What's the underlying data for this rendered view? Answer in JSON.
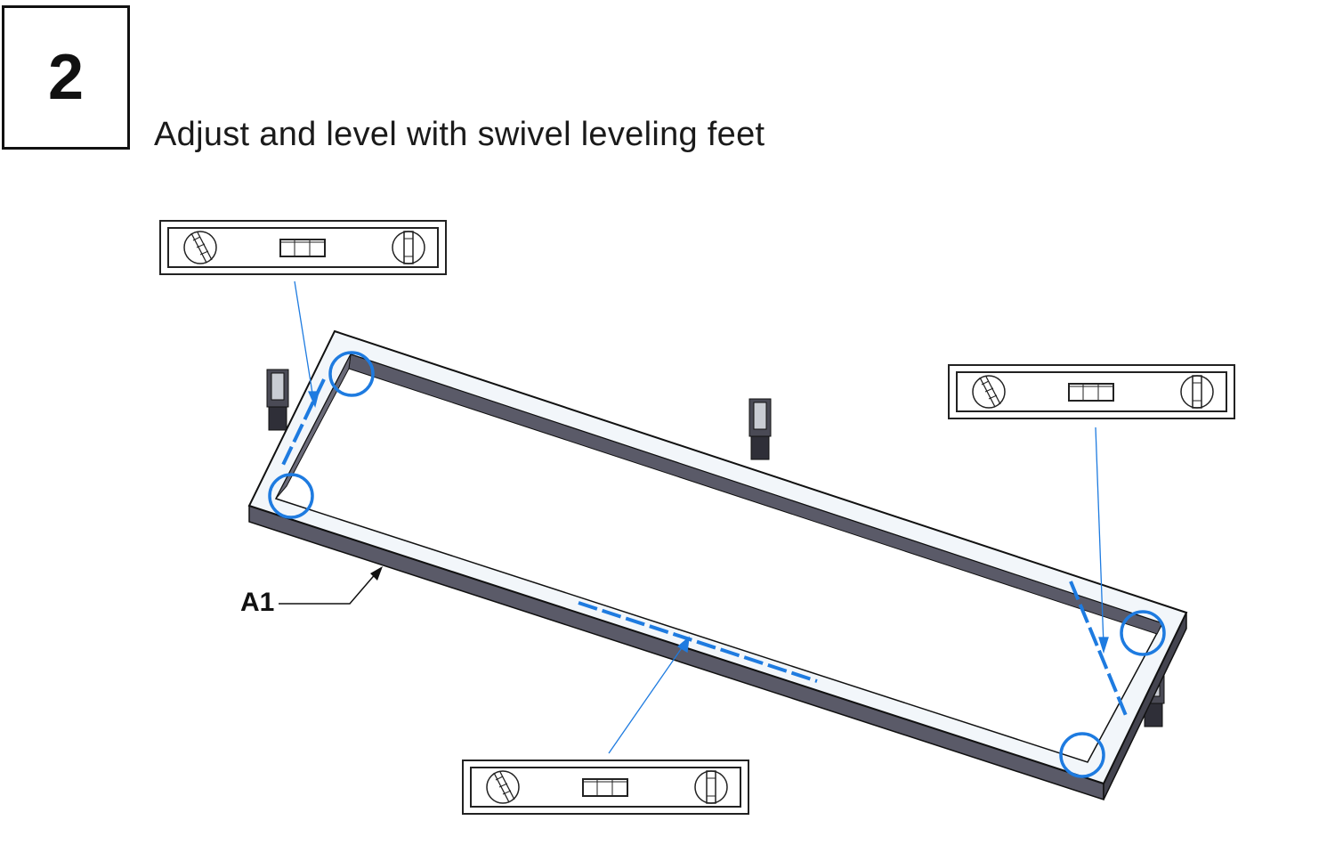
{
  "step": {
    "number": "2",
    "instruction": "Adjust and level with swivel leveling feet"
  },
  "callouts": {
    "part_label": "A1"
  },
  "colors": {
    "highlight": "#1e7be0",
    "frame_side": "#5a5a68",
    "frame_top": "#f2f6fa",
    "ink": "#111111"
  },
  "icons": {
    "level": "spirit-level-icon",
    "foot": "swivel-leveling-foot-icon"
  }
}
